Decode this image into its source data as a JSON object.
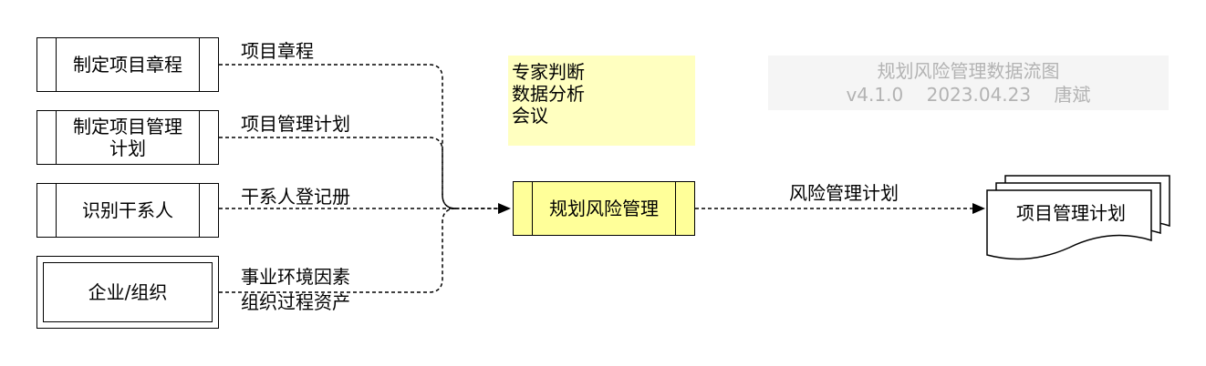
{
  "inputs": {
    "charter_box": "制定项目章程",
    "plan_box": "制定项目管理\n计划",
    "stakeholder_box": "识别干系人",
    "org_box": "企业/组织"
  },
  "flows": {
    "charter": "项目章程",
    "plan": "项目管理计划",
    "register": "干系人登记册",
    "eef": "事业环境因素",
    "opa": "组织过程资产",
    "output": "风险管理计划"
  },
  "process": "规划风险管理",
  "tools": [
    "专家判断",
    "数据分析",
    "会议"
  ],
  "output_doc": "项目管理计划",
  "title": {
    "line1": "规划风险管理数据流图",
    "line2": "v4.1.0    2023.04.23    唐斌"
  },
  "colors": {
    "process_fill": "#ffff99",
    "tools_fill": "#ffffc0",
    "title_fill": "#f5f5f5",
    "title_text": "#b3b3b3"
  }
}
